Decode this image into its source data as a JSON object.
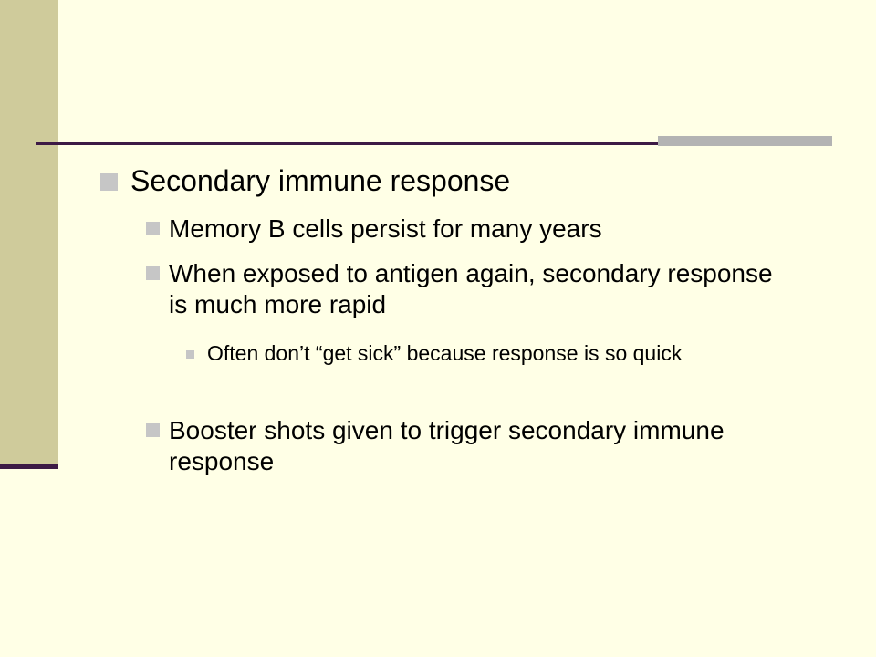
{
  "slide": {
    "bullets": [
      {
        "level": 1,
        "text": "Secondary immune response"
      },
      {
        "level": 2,
        "text": "Memory B cells persist for many years"
      },
      {
        "level": 2,
        "text": "When exposed to antigen again, secondary response is much more rapid"
      },
      {
        "level": 3,
        "text": "Often don’t “get sick” because response is so quick"
      },
      {
        "level": 2,
        "text": "Booster shots given to trigger secondary immune response"
      }
    ]
  },
  "colors": {
    "background": "#ffffe6",
    "sidebar": "#cfcb9b",
    "accent_dark": "#3d1a45",
    "accent_gray": "#b3b3b3",
    "bullet": "#c6c6c6"
  }
}
